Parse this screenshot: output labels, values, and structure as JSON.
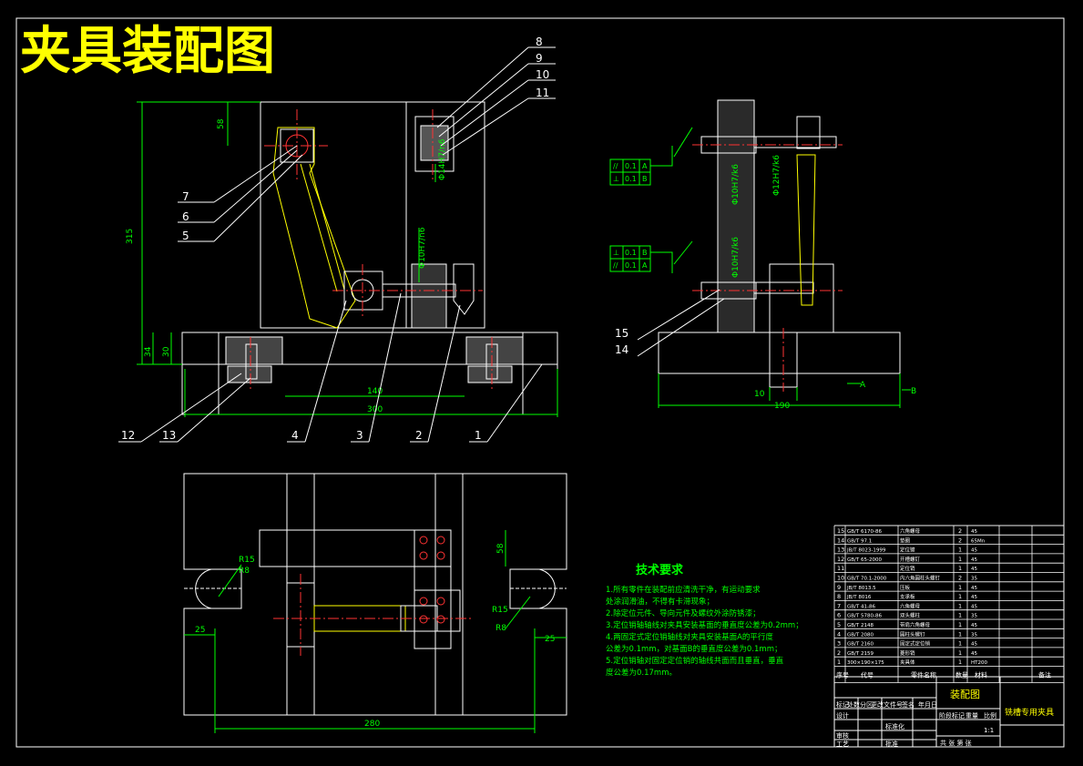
{
  "title": "夹具装配图",
  "balloons": [
    "1",
    "2",
    "3",
    "4",
    "5",
    "6",
    "7",
    "8",
    "9",
    "10",
    "11",
    "12",
    "13",
    "14",
    "15"
  ],
  "dimensions": {
    "height_total": "315",
    "top_offset": "58",
    "base_h1": "34",
    "base_h2": "30",
    "inner_width": "140",
    "overall_width": "300",
    "side_width": "190",
    "side_small": "10",
    "plan_width": "280",
    "plan_left": "25",
    "plan_right": "25",
    "plan_height": "58",
    "r_top": "R15",
    "r_top2": "R8",
    "r_right": "R15",
    "r_right2": "R8",
    "fit_pin": "Φ10H7/n6",
    "fit_bush": "Φ14H7/n6",
    "fit_side1": "Φ10H7/k6",
    "fit_side2": "Φ10H7/k6",
    "fit_mid": "Φ12H7/k6"
  },
  "gdt": [
    {
      "sym": "//",
      "tol": "0.1",
      "datum": "A"
    },
    {
      "sym": "⊥",
      "tol": "0.1",
      "datum": "B"
    },
    {
      "sym": "⊥",
      "tol": "0.1",
      "datum": "B"
    },
    {
      "sym": "//",
      "tol": "0.1",
      "datum": "A"
    }
  ],
  "datums": [
    "A",
    "B"
  ],
  "tech_req": {
    "heading": "技术要求",
    "lines": [
      "1.所有零件在装配前应清洗干净，有运动要求",
      "   处涂润滑油，不得有卡滞现象；",
      "2.除定位元件、导向元件及螺纹外涂防锈漆；",
      "3.定位销轴轴线对夹具安装基面的垂直度公差为0.2mm；",
      "4.两固定式定位销轴线对夹具安装基面A的平行度",
      "   公差为0.1mm，对基面B的垂直度公差为0.1mm；",
      "5.定位销轴对固定定位销的轴线共面而且垂直，垂直",
      "度公差为0.17mm。"
    ]
  },
  "bom_rows": [
    {
      "no": "15",
      "code": "GB/T 6170-86",
      "name": "六角螺母",
      "qty": "2",
      "mat": "45"
    },
    {
      "no": "14",
      "code": "GB/T 97.1",
      "name": "垫圈",
      "qty": "2",
      "mat": "65Mn"
    },
    {
      "no": "13",
      "code": "JB/T 8023-1999",
      "name": "定位键",
      "qty": "1",
      "mat": "45"
    },
    {
      "no": "12",
      "code": "GB/T 65-2000",
      "name": "开槽螺钉",
      "qty": "1",
      "mat": "45"
    },
    {
      "no": "11",
      "code": "",
      "name": "定位销",
      "qty": "1",
      "mat": "45"
    },
    {
      "no": "10",
      "code": "GB/T 70.1-2000",
      "name": "内六角圆柱头螺钉",
      "qty": "2",
      "mat": "35"
    },
    {
      "no": "9",
      "code": "JB/T 8013.5",
      "name": "压板",
      "qty": "1",
      "mat": "45"
    },
    {
      "no": "8",
      "code": "JB/T 8016",
      "name": "支承板",
      "qty": "1",
      "mat": "45"
    },
    {
      "no": "7",
      "code": "GB/T 41-86",
      "name": "六角螺母",
      "qty": "1",
      "mat": "45"
    },
    {
      "no": "6",
      "code": "GB/T 5780-86",
      "name": "双头螺柱",
      "qty": "1",
      "mat": "35"
    },
    {
      "no": "5",
      "code": "GB/T 2148",
      "name": "带肩六角螺母",
      "qty": "1",
      "mat": "45"
    },
    {
      "no": "4",
      "code": "GB/T 2080",
      "name": "圆柱头螺钉",
      "qty": "1",
      "mat": "35"
    },
    {
      "no": "3",
      "code": "GB/T 2160",
      "name": "固定式定位销",
      "qty": "1",
      "mat": "45"
    },
    {
      "no": "2",
      "code": "GB/T 2159",
      "name": "菱形销",
      "qty": "1",
      "mat": "45"
    },
    {
      "no": "1",
      "code": "300×190×175",
      "name": "夹具体",
      "qty": "1",
      "mat": "HT200"
    }
  ],
  "bom_header": {
    "no": "序号",
    "code": "代号",
    "name": "零件名称",
    "qty": "数量",
    "mat": "材料",
    "note": "备注"
  },
  "title_block": {
    "drawing_name": "装配图",
    "product_name": "铣槽专用夹具",
    "scale_label": "比例",
    "scale": "1:1",
    "sheet": "共 张 第 张",
    "row_labels": [
      "标记",
      "处数",
      "分区",
      "更改文件号",
      "签名",
      "年月日"
    ],
    "left_labels": [
      "设计",
      "审核",
      "工艺"
    ],
    "mid_labels": [
      "标准化",
      "批准"
    ],
    "stage_labels": [
      "阶段标记",
      "重量",
      "比例"
    ]
  }
}
